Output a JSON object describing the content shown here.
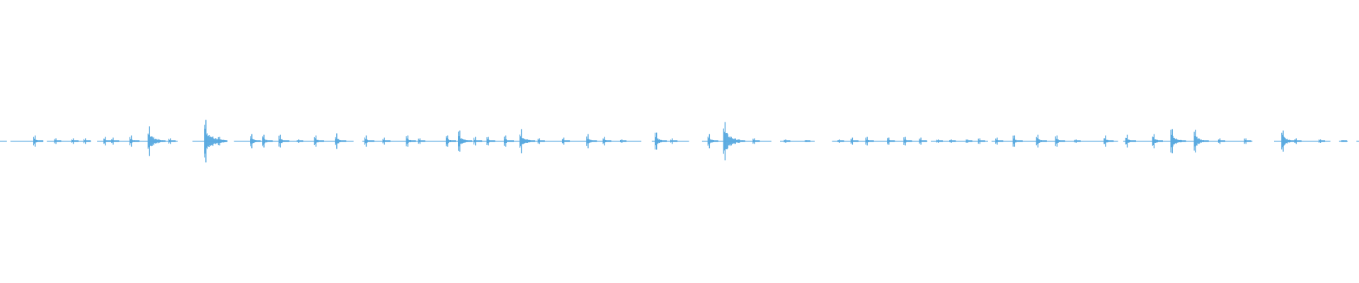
{
  "chart_data": {
    "type": "waveform",
    "color": "#5aaae0",
    "background": "#ffffff",
    "grid": false,
    "xlim": [
      0,
      1568
    ],
    "ylim": [
      -1,
      1
    ],
    "events": [
      {
        "t": 40,
        "amp": 0.04
      },
      {
        "t": 64,
        "amp": 0.02
      },
      {
        "t": 84,
        "amp": 0.02
      },
      {
        "t": 98,
        "amp": 0.02
      },
      {
        "t": 121,
        "amp": 0.03
      },
      {
        "t": 130,
        "amp": 0.025
      },
      {
        "t": 151,
        "amp": 0.04
      },
      {
        "t": 172,
        "amp": 0.105
      },
      {
        "t": 196,
        "amp": 0.02
      },
      {
        "t": 237,
        "amp": 0.15
      },
      {
        "t": 253,
        "amp": 0.03
      },
      {
        "t": 290,
        "amp": 0.05
      },
      {
        "t": 304,
        "amp": 0.045
      },
      {
        "t": 323,
        "amp": 0.045
      },
      {
        "t": 344,
        "amp": 0.012
      },
      {
        "t": 364,
        "amp": 0.04
      },
      {
        "t": 388,
        "amp": 0.055
      },
      {
        "t": 422,
        "amp": 0.04
      },
      {
        "t": 443,
        "amp": 0.025
      },
      {
        "t": 470,
        "amp": 0.04
      },
      {
        "t": 484,
        "amp": 0.02
      },
      {
        "t": 516,
        "amp": 0.04
      },
      {
        "t": 530,
        "amp": 0.075
      },
      {
        "t": 548,
        "amp": 0.03
      },
      {
        "t": 563,
        "amp": 0.03
      },
      {
        "t": 583,
        "amp": 0.04
      },
      {
        "t": 601,
        "amp": 0.085
      },
      {
        "t": 622,
        "amp": 0.02
      },
      {
        "t": 650,
        "amp": 0.025
      },
      {
        "t": 678,
        "amp": 0.05
      },
      {
        "t": 697,
        "amp": 0.03
      },
      {
        "t": 717,
        "amp": 0.012
      },
      {
        "t": 757,
        "amp": 0.06
      },
      {
        "t": 775,
        "amp": 0.02
      },
      {
        "t": 818,
        "amp": 0.05
      },
      {
        "t": 836,
        "amp": 0.135
      },
      {
        "t": 870,
        "amp": 0.02
      },
      {
        "t": 906,
        "amp": 0.012
      },
      {
        "t": 930,
        "amp": 0.006
      },
      {
        "t": 968,
        "amp": 0.012
      },
      {
        "t": 983,
        "amp": 0.025
      },
      {
        "t": 1000,
        "amp": 0.03
      },
      {
        "t": 1025,
        "amp": 0.025
      },
      {
        "t": 1044,
        "amp": 0.03
      },
      {
        "t": 1062,
        "amp": 0.025
      },
      {
        "t": 1082,
        "amp": 0.012
      },
      {
        "t": 1097,
        "amp": 0.012
      },
      {
        "t": 1116,
        "amp": 0.012
      },
      {
        "t": 1130,
        "amp": 0.02
      },
      {
        "t": 1150,
        "amp": 0.025
      },
      {
        "t": 1170,
        "amp": 0.04
      },
      {
        "t": 1197,
        "amp": 0.045
      },
      {
        "t": 1219,
        "amp": 0.04
      },
      {
        "t": 1241,
        "amp": 0.012
      },
      {
        "t": 1275,
        "amp": 0.04
      },
      {
        "t": 1300,
        "amp": 0.045
      },
      {
        "t": 1331,
        "amp": 0.05
      },
      {
        "t": 1352,
        "amp": 0.085
      },
      {
        "t": 1379,
        "amp": 0.08
      },
      {
        "t": 1407,
        "amp": 0.02
      },
      {
        "t": 1437,
        "amp": 0.02
      },
      {
        "t": 1480,
        "amp": 0.075
      },
      {
        "t": 1495,
        "amp": 0.02
      },
      {
        "t": 1523,
        "amp": 0.012
      },
      {
        "t": 1549,
        "amp": 0.006
      }
    ],
    "silent_gaps": [
      [
        8,
        12
      ],
      [
        50,
        54
      ],
      [
        105,
        112
      ],
      [
        205,
        222
      ],
      [
        262,
        270
      ],
      [
        408,
        418
      ],
      [
        740,
        752
      ],
      [
        795,
        810
      ],
      [
        890,
        900
      ],
      [
        940,
        960
      ],
      [
        1070,
        1074
      ],
      [
        1140,
        1144
      ],
      [
        1290,
        1296
      ],
      [
        1445,
        1470
      ],
      [
        1535,
        1545
      ],
      [
        1555,
        1565
      ]
    ]
  }
}
